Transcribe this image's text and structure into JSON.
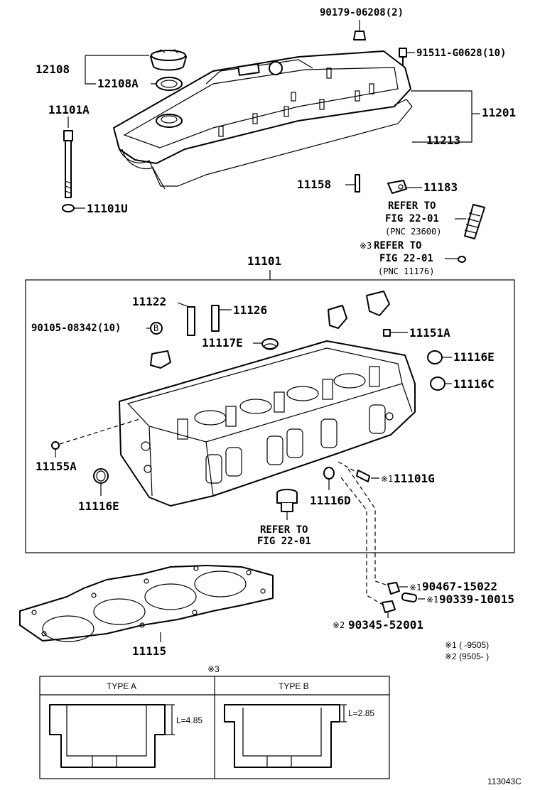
{
  "parts": {
    "p90179": "90179-06208(2)",
    "p91511": "91511-G0628(10)",
    "p12108": "12108",
    "p12108A": "12108A",
    "p11201": "11201",
    "p11213": "11213",
    "p11101A": "11101A",
    "p11101U": "11101U",
    "p11158": "11158",
    "p11183": "11183",
    "p11101": "11101",
    "p11122": "11122",
    "p11126": "11126",
    "p90105": "90105-08342(10)",
    "p11117E": "11117E",
    "p11151A": "11151A",
    "p11116E_r": "11116E",
    "p11116C": "11116C",
    "p11155A": "11155A",
    "p11116E_l": "11116E",
    "p11116D": "11116D",
    "p11101G": "11101G",
    "p90467": "90467-15022",
    "p90339": "90339-10015",
    "p90345": "90345-52001",
    "p11115": "11115"
  },
  "refs": {
    "ref1_l1": "REFER TO",
    "ref1_l2": "FIG 22-01",
    "ref1_l3": "(PNC 23600)",
    "ref2_l1": "REFER TO",
    "ref2_l2": "FIG 22-01",
    "ref2_l3": "(PNC 11176)",
    "ref3_l1": "REFER TO",
    "ref3_l2": "FIG 22-01"
  },
  "marks": {
    "m1": "※1",
    "m2": "※2",
    "m3": "※3",
    "circle_b": "B"
  },
  "notes": {
    "note1": "※1 (      -9505)",
    "note2": "※2 (9505-      )"
  },
  "table": {
    "header_mark": "※3",
    "type_a": "TYPE A",
    "type_b": "TYPE B",
    "dim_a": "L=4.85",
    "dim_b": "L=2.85"
  },
  "figure_code": "113043C"
}
